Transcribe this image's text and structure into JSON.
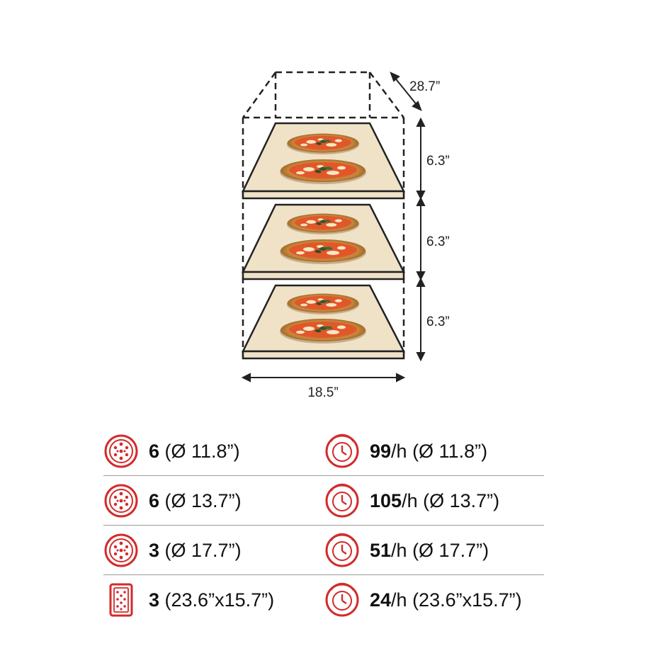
{
  "dimensions": {
    "depth": "28.7”",
    "deck_height_1": "6.3”",
    "deck_height_2": "6.3”",
    "deck_height_3": "6.3”",
    "width": "18.5”"
  },
  "colors": {
    "accent": "#d22b2b",
    "stone": "#efe2c6",
    "outline": "#222222"
  },
  "capacity_rows": [
    {
      "capacity": {
        "icon": "round-pizza-icon",
        "count": "6",
        "size": " (Ø 11.8”)"
      },
      "throughput": {
        "icon": "timer-icon",
        "count": "99",
        "rate": "/h (Ø 11.8”)"
      }
    },
    {
      "capacity": {
        "icon": "round-pizza-icon",
        "count": "6",
        "size": " (Ø 13.7”)"
      },
      "throughput": {
        "icon": "timer-icon",
        "count": "105",
        "rate": "/h (Ø 13.7”)"
      }
    },
    {
      "capacity": {
        "icon": "round-pizza-icon",
        "count": "3",
        "size": " (Ø 17.7”)"
      },
      "throughput": {
        "icon": "timer-icon",
        "count": "51",
        "rate": "/h (Ø 17.7”)"
      }
    },
    {
      "capacity": {
        "icon": "tray-pizza-icon",
        "count": "3",
        "size": " (23.6”x15.7”)"
      },
      "throughput": {
        "icon": "timer-icon",
        "count": "24",
        "rate": "/h (23.6”x15.7”)"
      }
    }
  ]
}
